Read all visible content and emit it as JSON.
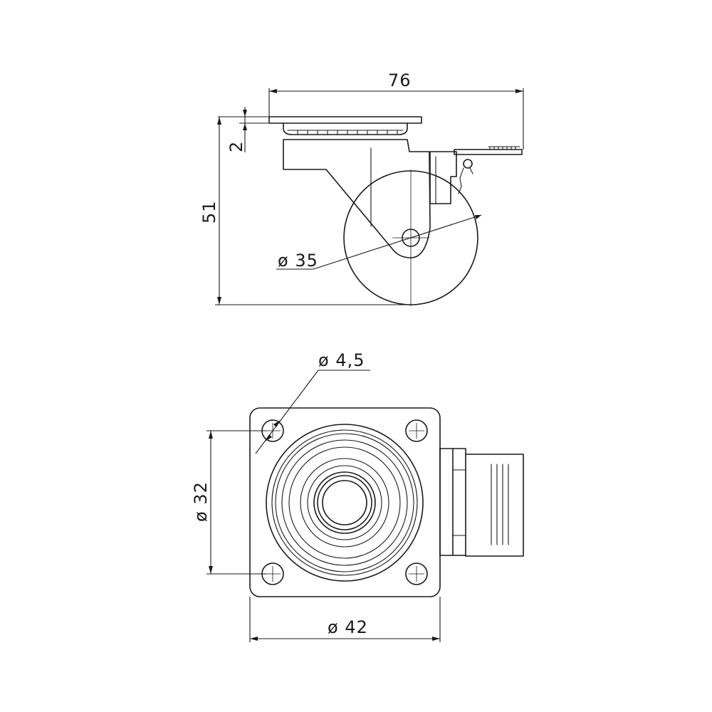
{
  "side_view": {
    "overall_width": "76",
    "plate_thickness": "2",
    "overall_height": "51",
    "wheel_diameter": "ø 35"
  },
  "top_view": {
    "hole_diameter": "ø 4,5",
    "hole_spacing": "ø 32",
    "plate_width": "ø 42"
  }
}
